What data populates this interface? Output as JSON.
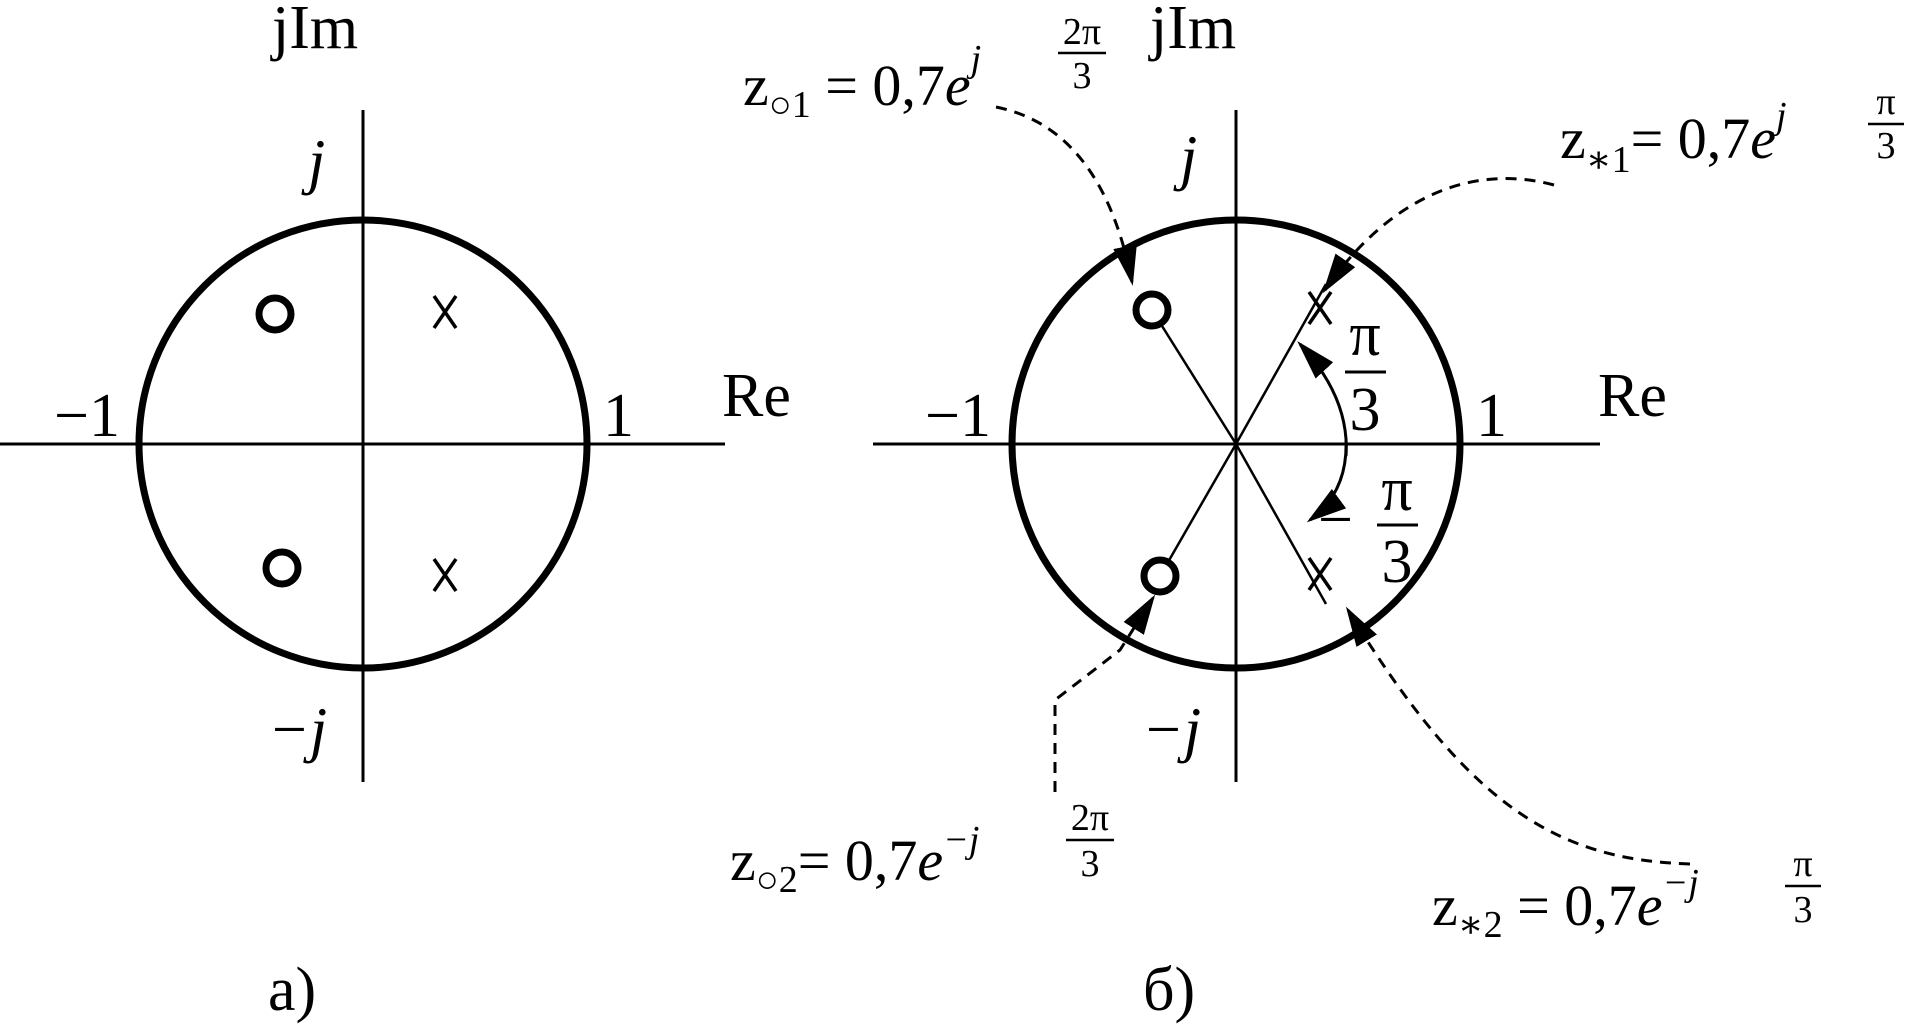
{
  "panel_a": {
    "caption": "а)",
    "axis_im_label": "jIm",
    "axis_re_label": "Re",
    "tick_j": "j",
    "tick_minus_j": "−j",
    "tick_one": "1",
    "tick_minus_one": "−1"
  },
  "panel_b": {
    "caption": "б)",
    "axis_im_label": "jIm",
    "axis_re_label": "Re",
    "tick_j": "j",
    "tick_minus_j": "−j",
    "tick_one": "1",
    "tick_minus_one": "−1",
    "angle_pos": {
      "sign": "",
      "num": "π",
      "den": "3"
    },
    "angle_neg": {
      "sign": "−",
      "num": "π",
      "den": "3"
    },
    "annotations": {
      "z_o1": {
        "z": "z",
        "sub": "○1",
        "eq": " = 0,7",
        "e": "e",
        "sup_pre": "j",
        "num": "2π",
        "den": "3"
      },
      "z_s1": {
        "z": "z",
        "sub": "∗1",
        "eq": "= 0,7",
        "e": "e",
        "sup_pre": "j",
        "num": "π",
        "den": "3"
      },
      "z_o2": {
        "z": "z",
        "sub": "○2",
        "eq": "= 0,7",
        "e": "e",
        "sup_pre": "−j",
        "num": "2π",
        "den": "3"
      },
      "z_s2": {
        "z": "z",
        "sub": "∗2",
        "eq": " = 0,7",
        "e": "e",
        "sup_pre": "−j",
        "num": "π",
        "den": "3"
      }
    }
  }
}
